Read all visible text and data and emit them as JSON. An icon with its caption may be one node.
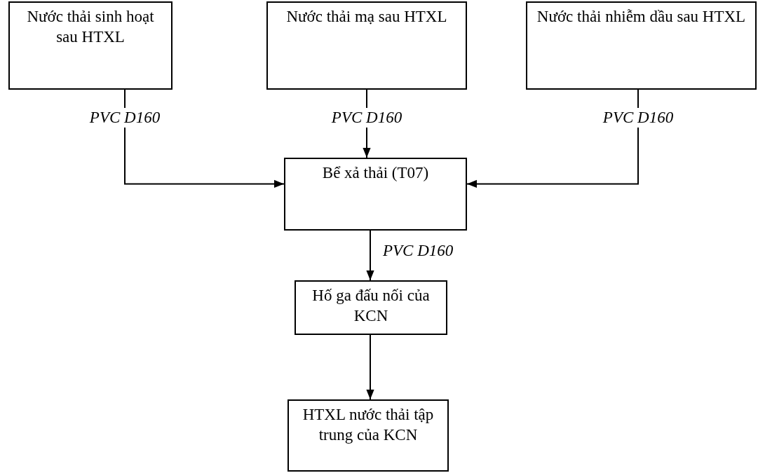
{
  "diagram": {
    "nodes": [
      {
        "text": [
          "Nước thải sinh hoạt sau HTXL"
        ]
      },
      {
        "text": [
          "Nước thải mạ sau HTXL"
        ]
      },
      {
        "text": [
          "Nước thải nhiễm dầu sau HTXL"
        ]
      },
      {
        "text": [
          "Bể xả thải (T07)"
        ]
      },
      {
        "text": [
          "Hố ga đấu nối của KCN"
        ]
      },
      {
        "text": [
          "HTXL nước thải tập trung của KCN"
        ]
      }
    ],
    "edges": [
      {
        "from": 0,
        "to": 3,
        "arrow": "to",
        "label": "PVC D160"
      },
      {
        "from": 1,
        "to": 3,
        "arrow": "to",
        "label": "PVC D160"
      },
      {
        "from": 2,
        "to": 3,
        "arrow": "to",
        "label": "PVC D160"
      },
      {
        "from": 3,
        "to": 4,
        "arrow": "to",
        "label": "PVC D160"
      },
      {
        "from": 4,
        "to": 5,
        "arrow": "to"
      }
    ]
  }
}
